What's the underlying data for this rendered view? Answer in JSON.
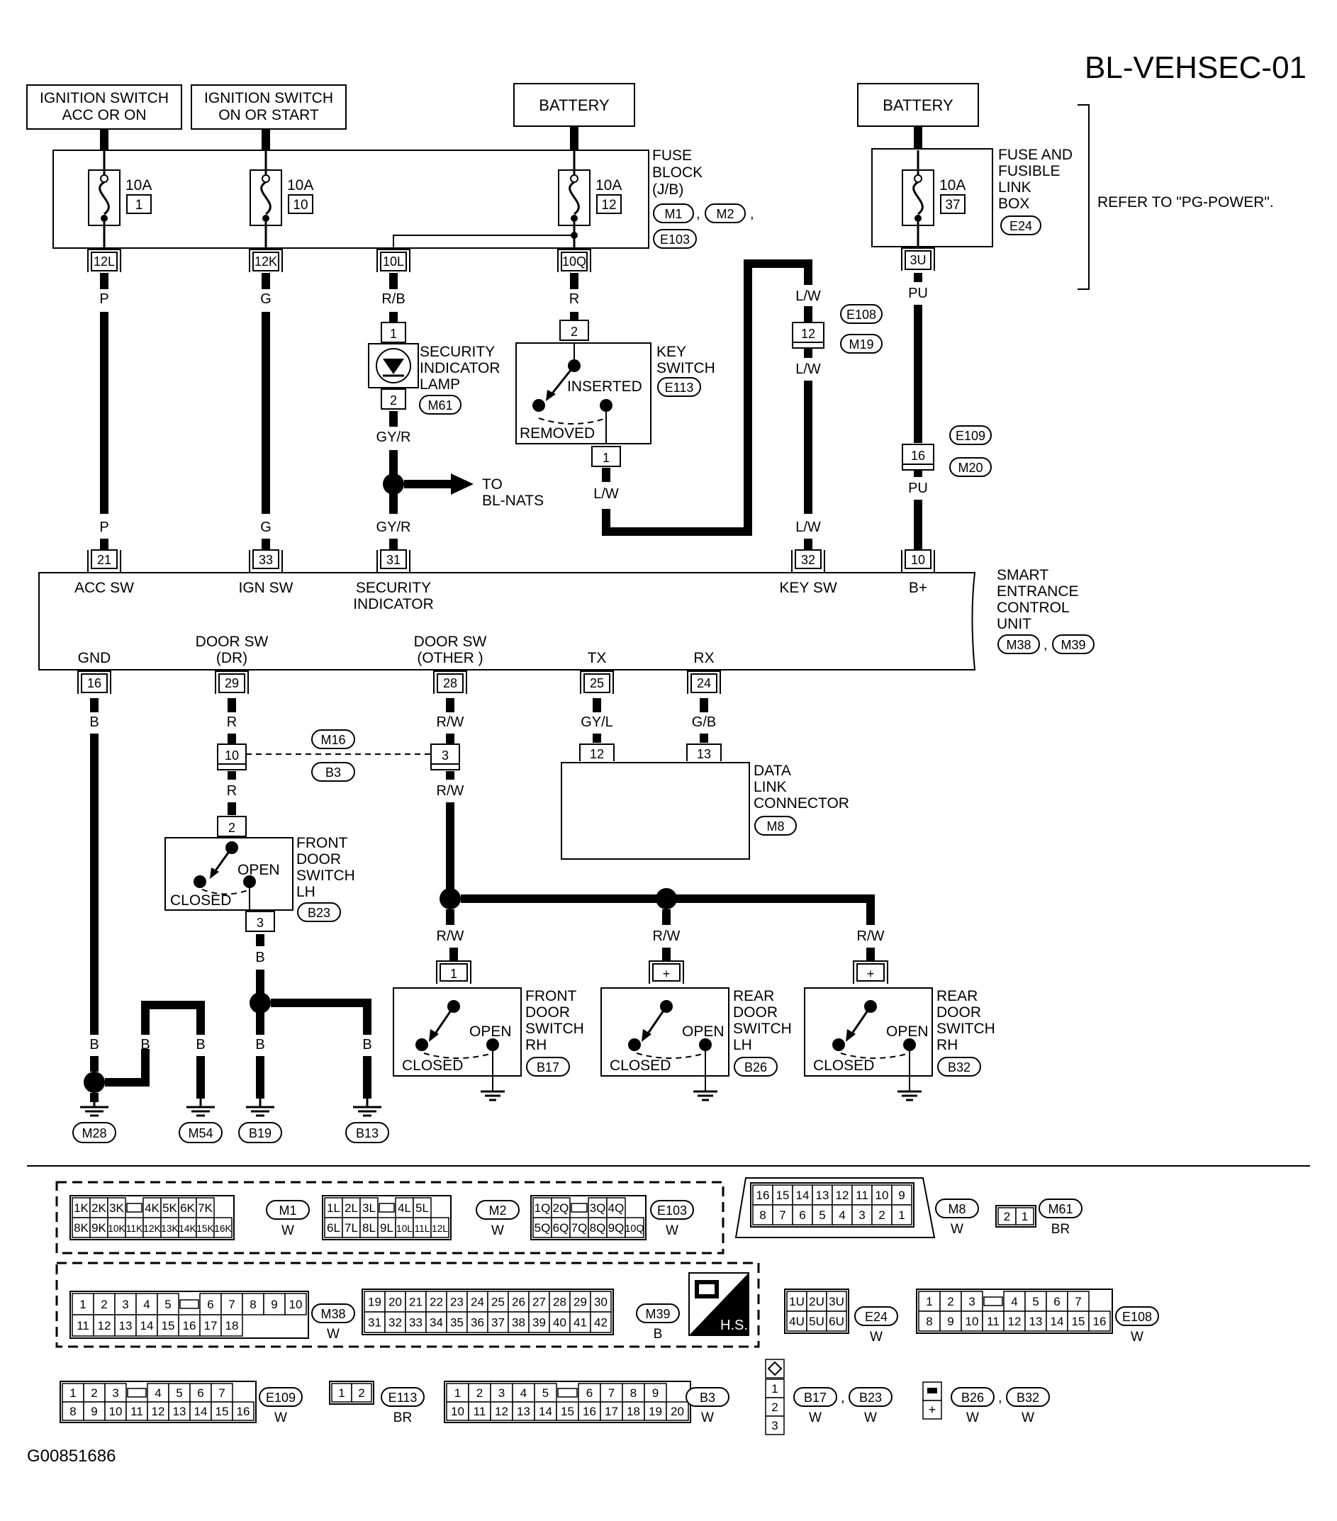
{
  "title": "BL-VEHSEC-01",
  "footer_code": "G00851686",
  "power_sources": {
    "ign_acc": "IGNITION SWITCH ACC OR ON",
    "ign_on": "IGNITION SWITCH ON OR START",
    "battery_1": "BATTERY",
    "battery_2": "BATTERY"
  },
  "fuse_block": {
    "label_1": "FUSE",
    "label_2": "BLOCK",
    "label_3": "(J/B)",
    "conn_m1": "M1",
    "conn_m2": "M2",
    "conn_e103": "E103",
    "fuses": [
      {
        "amp": "10A",
        "num": "1",
        "pin": "12L"
      },
      {
        "amp": "10A",
        "num": "10",
        "pin": "12K"
      },
      {
        "amp": "10A",
        "num": "12",
        "pin": "10Q"
      }
    ],
    "extra_pin": "10L"
  },
  "fusible_box": {
    "label_1": "FUSE AND",
    "label_2": "FUSIBLE",
    "label_3": "LINK",
    "label_4": "BOX",
    "conn": "E24",
    "amp": "10A",
    "num": "37",
    "pin": "3U",
    "note": "REFER TO \"PG-POWER\"."
  },
  "wires": {
    "p": "P",
    "g": "G",
    "rb": "R/B",
    "r": "R",
    "lw": "L/W",
    "pu": "PU",
    "gyr": "GY/R",
    "b": "B",
    "rw": "R/W",
    "gyl": "GY/L",
    "gb": "G/B"
  },
  "security_lamp": {
    "label_1": "SECURITY",
    "label_2": "INDICATOR",
    "label_3": "LAMP",
    "conn": "M61",
    "pin_top": "1",
    "pin_bottom": "2",
    "to_1": "TO",
    "to_2": "BL-NATS"
  },
  "key_switch": {
    "label_1": "KEY",
    "label_2": "SWITCH",
    "conn": "E113",
    "inserted": "INSERTED",
    "removed": "REMOVED",
    "pin_top": "2",
    "pin_bottom": "1"
  },
  "joint_e108": {
    "pin": "12",
    "conn_a": "E108",
    "conn_b": "M19"
  },
  "joint_e109": {
    "pin": "16",
    "conn_a": "E109",
    "conn_b": "M20"
  },
  "ecu": {
    "label_1": "SMART",
    "label_2": "ENTRANCE",
    "label_3": "CONTROL",
    "label_4": "UNIT",
    "conn_a": "M38",
    "conn_b": "M39",
    "top_pins": [
      {
        "pin": "21",
        "name": "ACC SW"
      },
      {
        "pin": "33",
        "name": "IGN SW"
      },
      {
        "pin": "31",
        "name": "SECURITY",
        "name2": "INDICATOR"
      },
      {
        "pin": "32",
        "name": "KEY SW"
      },
      {
        "pin": "10",
        "name": "B+"
      }
    ],
    "bottom_pins": [
      {
        "pin": "16",
        "name": "GND"
      },
      {
        "pin": "29",
        "name": "DOOR SW",
        "name2": "(DR)"
      },
      {
        "pin": "28",
        "name": "DOOR SW",
        "name2": "(OTHER )"
      },
      {
        "pin": "25",
        "name": "TX"
      },
      {
        "pin": "24",
        "name": "RX"
      }
    ]
  },
  "joint_m16": {
    "pin_a": "10",
    "pin_b": "3",
    "conn_a": "M16",
    "conn_b": "B3"
  },
  "dlc": {
    "label_1": "DATA",
    "label_2": "LINK",
    "label_3": "CONNECTOR",
    "conn": "M8",
    "pin_a": "12",
    "pin_b": "13"
  },
  "front_lh": {
    "label_1": "FRONT",
    "label_2": "DOOR",
    "label_3": "SWITCH",
    "label_4": "LH",
    "conn": "B23",
    "open": "OPEN",
    "closed": "CLOSED",
    "pin_top": "2",
    "pin_bottom": "3"
  },
  "front_rh": {
    "label_1": "FRONT",
    "label_2": "DOOR",
    "label_3": "SWITCH",
    "label_4": "RH",
    "conn": "B17",
    "open": "OPEN",
    "closed": "CLOSED",
    "pin_top": "1"
  },
  "rear_lh": {
    "label_1": "REAR",
    "label_2": "DOOR",
    "label_3": "SWITCH",
    "label_4": "LH",
    "conn": "B26",
    "open": "OPEN",
    "closed": "CLOSED",
    "pin_top": "+"
  },
  "rear_rh": {
    "label_1": "REAR",
    "label_2": "DOOR",
    "label_3": "SWITCH",
    "label_4": "RH",
    "conn": "B32",
    "open": "OPEN",
    "closed": "CLOSED",
    "pin_top": "+"
  },
  "grounds": [
    "M28",
    "M54",
    "B19",
    "B13"
  ],
  "connector_views": {
    "m1": {
      "name": "M1",
      "color": "W",
      "row1": [
        "1K",
        "2K",
        "3K",
        "",
        "4K",
        "5K",
        "6K",
        "7K"
      ],
      "row2": [
        "8K",
        "9K",
        "10K",
        "11K",
        "12K",
        "13K",
        "14K",
        "15K",
        "16K"
      ]
    },
    "m2": {
      "name": "M2",
      "color": "W",
      "row1": [
        "1L",
        "2L",
        "3L",
        "",
        "4L",
        "5L"
      ],
      "row2": [
        "6L",
        "7L",
        "8L",
        "9L",
        "10L",
        "11L",
        "12L"
      ]
    },
    "e103": {
      "name": "E103",
      "color": "W",
      "row1": [
        "1Q",
        "2Q",
        "",
        "3Q",
        "4Q"
      ],
      "row2": [
        "5Q",
        "6Q",
        "7Q",
        "8Q",
        "9Q",
        "10Q"
      ]
    },
    "m8": {
      "name": "M8",
      "color": "W",
      "row1": [
        "16",
        "15",
        "14",
        "13",
        "12",
        "11",
        "10",
        "9"
      ],
      "row2": [
        "8",
        "7",
        "6",
        "5",
        "4",
        "3",
        "2",
        "1"
      ]
    },
    "m61": {
      "name": "M61",
      "color": "BR",
      "row2": [
        "2",
        "1"
      ]
    },
    "m38": {
      "name": "M38",
      "color": "W",
      "row1": [
        "1",
        "2",
        "3",
        "4",
        "5",
        "",
        "6",
        "7",
        "8",
        "9",
        "10"
      ],
      "row2": [
        "11",
        "12",
        "13",
        "14",
        "15",
        "16",
        "17",
        "18"
      ]
    },
    "m39": {
      "name": "M39",
      "color": "B",
      "row1": [
        "19",
        "20",
        "21",
        "22",
        "23",
        "24",
        "25",
        "26",
        "27",
        "28",
        "29",
        "30"
      ],
      "row2": [
        "31",
        "32",
        "33",
        "34",
        "35",
        "36",
        "37",
        "38",
        "39",
        "40",
        "41",
        "42"
      ]
    },
    "hs": "H.S.",
    "e24": {
      "name": "E24",
      "color": "W",
      "row1": [
        "1U",
        "2U",
        "3U"
      ],
      "row2": [
        "4U",
        "5U",
        "6U"
      ]
    },
    "e108": {
      "name": "E108",
      "color": "W",
      "row1": [
        "1",
        "2",
        "3",
        "",
        "4",
        "5",
        "6",
        "7"
      ],
      "row2": [
        "8",
        "9",
        "10",
        "11",
        "12",
        "13",
        "14",
        "15",
        "16"
      ]
    },
    "e109": {
      "name": "E109",
      "color": "W",
      "row1": [
        "1",
        "2",
        "3",
        "",
        "4",
        "5",
        "6",
        "7"
      ],
      "row2": [
        "8",
        "9",
        "10",
        "11",
        "12",
        "13",
        "14",
        "15",
        "16"
      ]
    },
    "e113": {
      "name": "E113",
      "color": "BR",
      "row2": [
        "1",
        "2"
      ]
    },
    "b3": {
      "name": "B3",
      "color": "W",
      "row1": [
        "1",
        "2",
        "3",
        "4",
        "5",
        "",
        "6",
        "7",
        "8",
        "9"
      ],
      "row2": [
        "10",
        "11",
        "12",
        "13",
        "14",
        "15",
        "16",
        "17",
        "18",
        "19",
        "20"
      ]
    },
    "b17_b23": {
      "name_a": "B17",
      "name_b": "B23",
      "color_a": "W",
      "color_b": "W",
      "pins": [
        "1",
        "2",
        "3"
      ]
    },
    "b26_b32": {
      "name_a": "B26",
      "name_b": "B32",
      "color_a": "W",
      "color_b": "W",
      "pins": [
        "+"
      ]
    }
  }
}
